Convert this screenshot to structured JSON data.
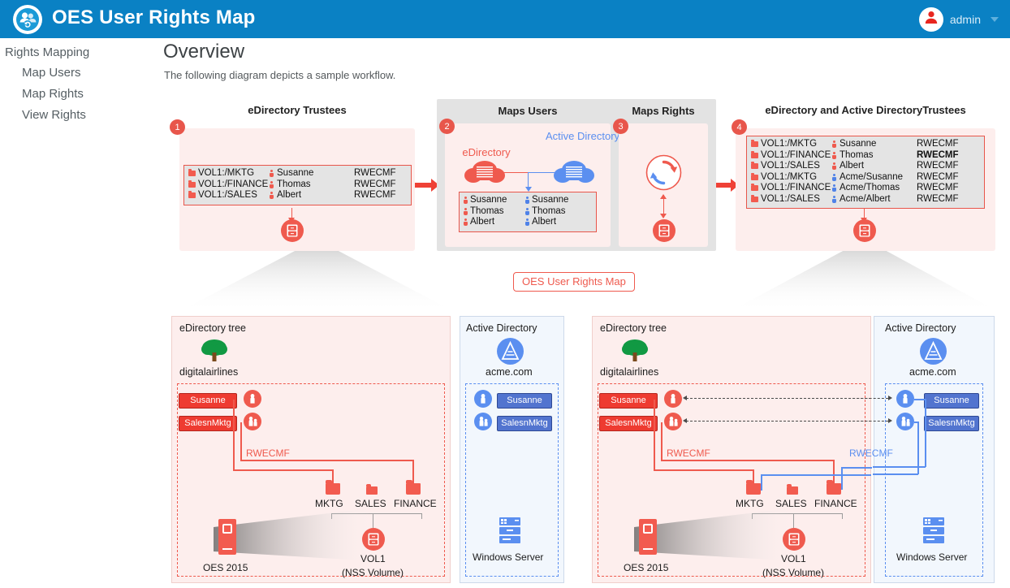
{
  "header": {
    "app_title": "OES User Rights Map",
    "logo_icon": "users-sync-icon",
    "user": {
      "name": "admin",
      "avatar_icon": "user-avatar-icon",
      "caret_icon": "chevron-down-icon"
    },
    "brand_color": "#0a81c4"
  },
  "sidebar": {
    "root_label": "Rights Mapping",
    "items": [
      {
        "label": "Map Users"
      },
      {
        "label": "Map Rights"
      },
      {
        "label": "View Rights"
      }
    ]
  },
  "main": {
    "title": "Overview",
    "subtitle": "The following diagram depicts a sample workflow."
  },
  "workflow": {
    "panels": [
      {
        "badge": "1",
        "caption": "eDirectory Trustees"
      },
      {
        "badge": "2",
        "caption": "Maps Users"
      },
      {
        "badge": "3",
        "caption": "Maps Rights"
      },
      {
        "badge": "4",
        "caption": "eDirectory and Active DirectoryTrustees"
      }
    ],
    "trustees_before": {
      "rows": [
        {
          "path": "VOL1:/MKTG",
          "user": "Susanne",
          "rights": "RWECMF",
          "bold": false
        },
        {
          "path": "VOL1:/FINANCE",
          "user": "Thomas",
          "rights": "RWECMF",
          "bold": false
        },
        {
          "path": "VOL1:/SALES",
          "user": "Albert",
          "rights": "RWECMF",
          "bold": false
        }
      ]
    },
    "map_users": {
      "edirectory_label": "eDirectory",
      "activedirectory_label": "Active Directory",
      "rows": [
        {
          "left": "Susanne",
          "right": "Susanne"
        },
        {
          "left": "Thomas",
          "right": "Thomas"
        },
        {
          "left": "Albert",
          "right": "Albert"
        }
      ]
    },
    "map_rights": {
      "sync_icon": "sync-arrows-icon",
      "db_icon": "database-icon"
    },
    "trustees_after": {
      "rows": [
        {
          "path": "VOL1:/MKTG",
          "user": "Susanne",
          "rights": "RWECMF",
          "src": "red",
          "bold": false
        },
        {
          "path": "VOL1:/FINANCE",
          "user": "Thomas",
          "rights": "RWECMF",
          "src": "red",
          "bold": true
        },
        {
          "path": "VOL1:/SALES",
          "user": "Albert",
          "rights": "RWECMF",
          "src": "red",
          "bold": false
        },
        {
          "path": "VOL1:/MKTG",
          "user": "Acme/Susanne",
          "rights": "RWECMF",
          "src": "blue",
          "bold": false
        },
        {
          "path": "VOL1:/FINANCE",
          "user": "Acme/Thomas",
          "rights": "RWECMF",
          "src": "blue",
          "bold": false
        },
        {
          "path": "VOL1:/SALES",
          "user": "Acme/Albert",
          "rights": "RWECMF",
          "src": "blue",
          "bold": false
        }
      ]
    },
    "center_chip": "OES User Rights Map"
  },
  "detail_left": {
    "edir": {
      "title": "eDirectory tree",
      "tree_icon": "tree-icon",
      "tree_name": "digitalairlines",
      "tags": [
        "Susanne",
        "SalesnMktg"
      ],
      "user_icon": "user-circle-icon",
      "group_icon": "group-circle-icon",
      "rights_label": "RWECMF",
      "folders": [
        "MKTG",
        "SALES",
        "FINANCE"
      ],
      "volume_icon": "volume-icon",
      "volume_name": "VOL1",
      "volume_type": "(NSS Volume)",
      "server_icon": "oes-server-icon",
      "server_name": "OES 2015"
    },
    "ad": {
      "title": "Active Directory",
      "domain_icon": "active-directory-icon",
      "domain_name": "acme.com",
      "tags": [
        "Susanne",
        "SalesnMktg"
      ],
      "user_icon": "user-circle-icon",
      "group_icon": "group-circle-icon",
      "server_icon": "windows-server-icon",
      "server_name": "Windows Server"
    }
  },
  "detail_right": {
    "edir": {
      "title": "eDirectory tree",
      "tree_icon": "tree-icon",
      "tree_name": "digitalairlines",
      "tags": [
        "Susanne",
        "SalesnMktg"
      ],
      "user_icon": "user-circle-icon",
      "group_icon": "group-circle-icon",
      "rights_label": "RWECMF",
      "folders": [
        "MKTG",
        "SALES",
        "FINANCE"
      ],
      "volume_icon": "volume-icon",
      "volume_name": "VOL1",
      "volume_type": "(NSS Volume)",
      "server_icon": "oes-server-icon",
      "server_name": "OES 2015"
    },
    "ad": {
      "title": "Active Directory",
      "domain_icon": "active-directory-icon",
      "domain_name": "acme.com",
      "tags": [
        "Susanne",
        "SalesnMktg"
      ],
      "user_icon": "user-circle-icon",
      "group_icon": "group-circle-icon",
      "rights_label": "RWECMF",
      "server_icon": "windows-server-icon",
      "server_name": "Windows Server"
    }
  },
  "colors": {
    "brand_blue": "#0a81c4",
    "accent_red": "#ef5a4e",
    "panel_pink": "#fdeeed",
    "ad_blue": "#5b8ff0",
    "list_gray": "#e4e4e4"
  }
}
